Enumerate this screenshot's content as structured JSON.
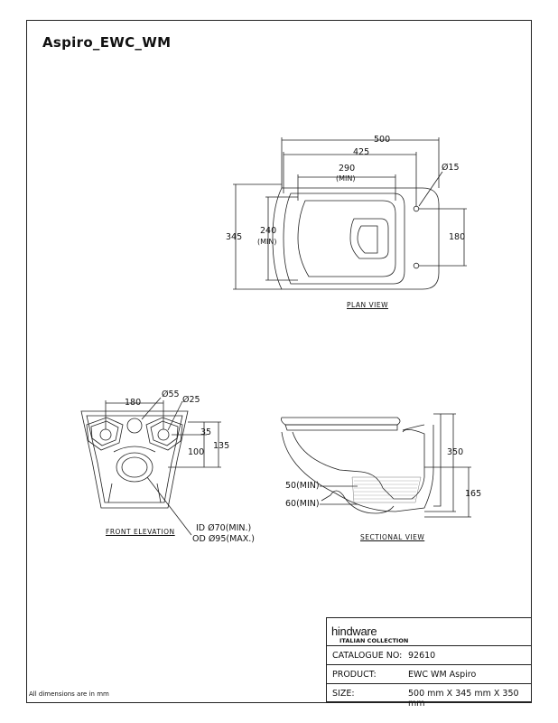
{
  "title": "Aspiro_EWC_WM",
  "views": {
    "plan": "PLAN VIEW",
    "front": "FRONT ELEVATION",
    "section": "SECTIONAL VIEW"
  },
  "dimensions": {
    "plan_500": "500",
    "plan_425": "425",
    "plan_290": "290",
    "plan_290_min": "(MIN)",
    "plan_d15": "Ø15",
    "plan_345": "345",
    "plan_240": "240",
    "plan_240_min": "(MIN)",
    "plan_180": "180",
    "front_180": "180",
    "front_d55": "Ø55",
    "front_d25": "Ø25",
    "front_35": "35",
    "front_100": "100",
    "front_135": "135",
    "front_id": "ID Ø70(MIN.)",
    "front_od": "OD Ø95(MAX.)",
    "sec_350": "350",
    "sec_165": "165",
    "sec_50": "50(MIN)",
    "sec_60": "60(MIN)"
  },
  "footnote": "All dimensions are in mm",
  "title_block": {
    "brand": "hindware",
    "brand_sub": "ITALIAN COLLECTION",
    "rows": [
      {
        "label": "CATALOGUE NO:",
        "value": "92610"
      },
      {
        "label": "PRODUCT:",
        "value": "EWC WM Aspiro"
      },
      {
        "label": "SIZE:",
        "value": "500 mm X 345 mm X 350 mm"
      }
    ]
  }
}
